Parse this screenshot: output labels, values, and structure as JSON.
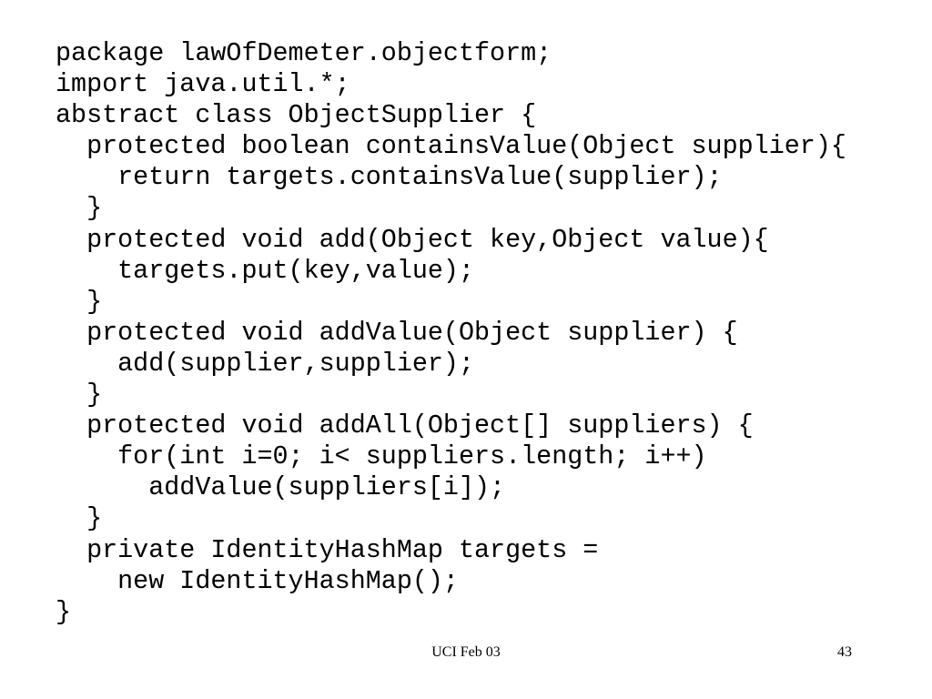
{
  "code_lines": [
    "package lawOfDemeter.objectform;",
    "import java.util.*;",
    "abstract class ObjectSupplier {",
    "  protected boolean containsValue(Object supplier){",
    "    return targets.containsValue(supplier);",
    "  }",
    "  protected void add(Object key,Object value){",
    "    targets.put(key,value);",
    "  }",
    "  protected void addValue(Object supplier) {",
    "    add(supplier,supplier);",
    "  }",
    "  protected void addAll(Object[] suppliers) {",
    "    for(int i=0; i< suppliers.length; i++)",
    "      addValue(suppliers[i]);",
    "  }",
    "  private IdentityHashMap targets =",
    "    new IdentityHashMap();",
    "}"
  ],
  "footer": {
    "center_text": "UCI Feb 03",
    "slide_number": "43"
  }
}
